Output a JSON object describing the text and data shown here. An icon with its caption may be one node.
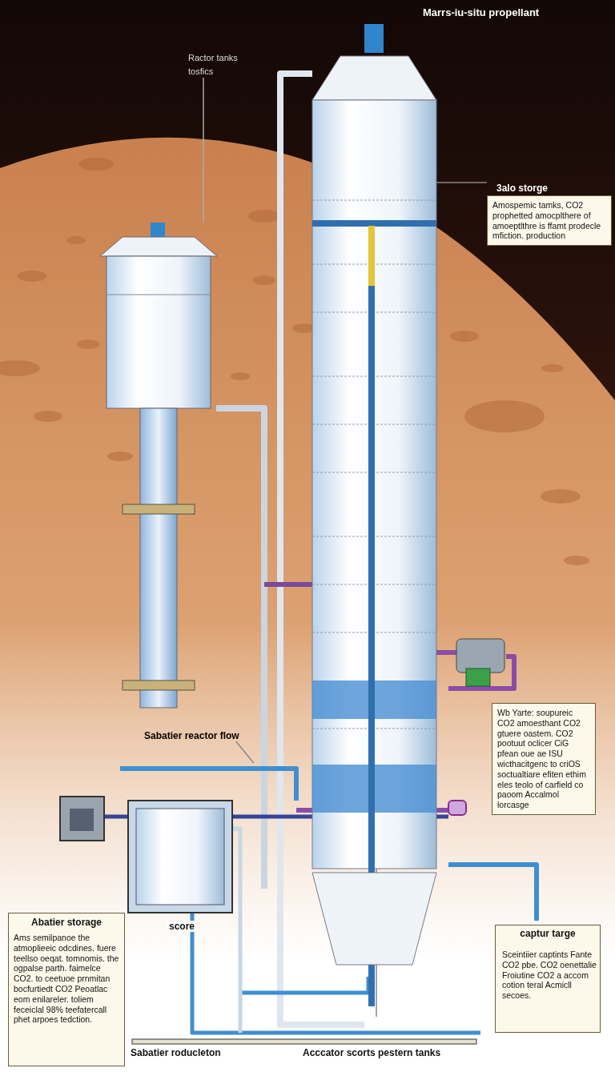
{
  "diagram": {
    "title": "Marrs-iu-situ propellant",
    "nodes": [
      {
        "text": [
          "Ractor tanks tosfics"
        ]
      },
      {
        "text": [],
        "shape": "picture"
      },
      {
        "text": [],
        "shape": "picture"
      },
      {
        "text": [
          "3alo storge",
          "Amospemic tamks, CO2 prophetted amocplthere of amoeptlthre is ffamt prodecle mfiction. production"
        ]
      },
      {
        "text": [
          "Wb Yarte: soupureic CO2 amoesthant CO2 gtuere oastem. CO2 pootuut oclicer CiG pfean oue ae ISU wicthacitgenc to criOS soctualtiare efiten ethim eles teolo of carfield co paoom Accalmol lorcasge"
        ]
      },
      {
        "text": [
          "captur targe",
          "Sceintiier captints Fante CO2 pbe. CO2 oenettalie Froiutine CO2 a accom cotion teral Acmicll secoes."
        ]
      },
      {
        "text": [
          "Abatier storage",
          "Ams semilpanoe the atmoplieeic odcdines. fuere teellso oeqat. tomnomis. the ogpalse parth. faimelce CO2. to ceetuoe prnmitan bocfurtiedt CO2 Peoatlac eom enilareler. toliem feceiclal 98% teefatercall phet arpoes tedction."
        ]
      },
      {
        "text": [
          "Sabatier reactor flow"
        ]
      }
    ],
    "edges": [
      {
        "from": 0,
        "to": 1,
        "arrow": "none"
      },
      {
        "from": 3,
        "to": 2,
        "arrow": "none"
      },
      {
        "from": 7,
        "to": null,
        "arrow": "none"
      }
    ],
    "labels": [
      "score",
      "Sabatier roducleton",
      "Acccator scorts pestern tanks"
    ]
  }
}
